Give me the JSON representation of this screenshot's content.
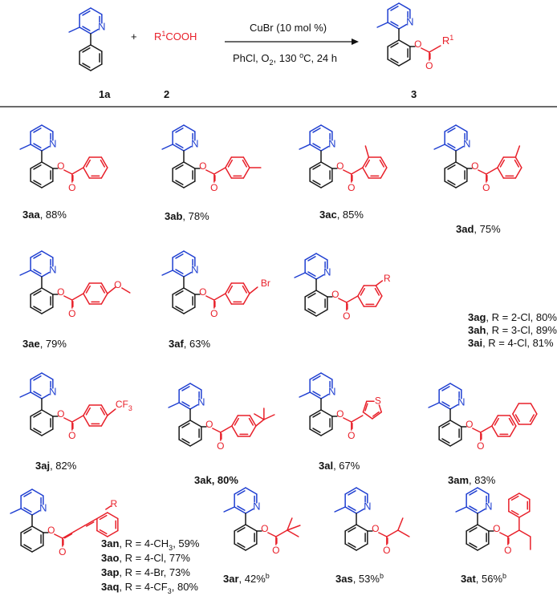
{
  "colors": {
    "substrate": "#1f3fd1",
    "acid": "#e8202a",
    "bond": "#1a1a1a"
  },
  "scheme": {
    "reactant1": "1a",
    "plus": "+",
    "acid_r": "R",
    "acid_sup": "1",
    "acid_tail": "COOH",
    "reactant2": "2",
    "conditions_top": "CuBr (10 mol %)",
    "conditions_bottom": "PhCl, O",
    "conditions_o2_sub": "2",
    "conditions_bottom_rest": ", 130 ",
    "conditions_deg": "o",
    "conditions_tail": "C, 24 h",
    "product": "3",
    "product_r": "R",
    "product_r_sup": "1"
  },
  "atoms": {
    "N": "N",
    "O": "O",
    "S": "S",
    "Br": "Br",
    "R": "R",
    "CF": "CF",
    "three": "3"
  },
  "products": [
    {
      "id": "3aa",
      "rest": ", 88%"
    },
    {
      "id": "3ab",
      "rest": ", 78%"
    },
    {
      "id": "3ac",
      "rest": ", 85%"
    },
    {
      "id": "3ad",
      "rest": ", 75%"
    },
    {
      "id": "3ae",
      "rest": ", 79%"
    },
    {
      "id": "3af",
      "rest": ", 63%"
    },
    {
      "id": "3ag",
      "rest": ", R = 2-Cl, 80%"
    },
    {
      "id": "3ah",
      "rest": ", R = 3-Cl, 89%"
    },
    {
      "id": "3ai",
      "rest": ",  R = 4-Cl, 81%"
    },
    {
      "id": "3aj",
      "rest": ", 82%"
    },
    {
      "id": "3ak",
      "rest": ", 80%"
    },
    {
      "id": "3al",
      "rest": ", 67%"
    },
    {
      "id": "3am",
      "rest": ", 83%"
    },
    {
      "id": "3an",
      "rest": ", R = 4-CH",
      "sub": "3",
      "tail": ", 59%"
    },
    {
      "id": "3ao",
      "rest": ", R = 4-Cl, 77%"
    },
    {
      "id": "3ap",
      "rest": ", R = 4-Br, 73%"
    },
    {
      "id": "3aq",
      "rest": ", R = 4-CF",
      "sub": "3",
      "tail": ", 80%"
    },
    {
      "id": "3ar",
      "rest": ", 42%",
      "sup": "b"
    },
    {
      "id": "3as",
      "rest": ", 53%",
      "sup": "b"
    },
    {
      "id": "3at",
      "rest": ", 56%",
      "sup": "b"
    }
  ]
}
